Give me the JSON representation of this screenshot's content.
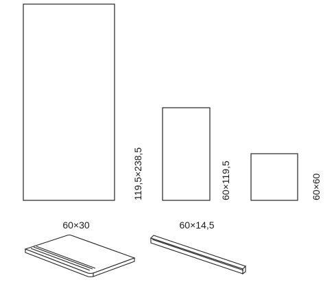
{
  "tiles": [
    {
      "label": "119,5×238,5"
    },
    {
      "label": "60×119,5"
    },
    {
      "label": "60×60"
    }
  ],
  "pieces": [
    {
      "label": "60×30"
    },
    {
      "label": "60×14,5"
    }
  ]
}
